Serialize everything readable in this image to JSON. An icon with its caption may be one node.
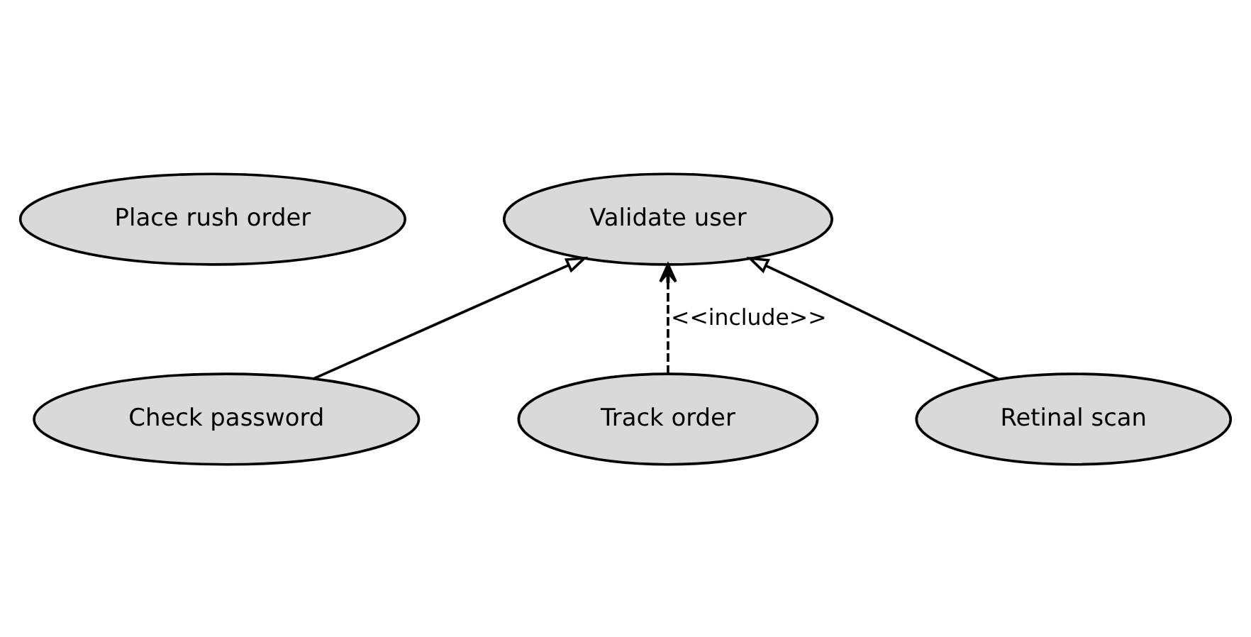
{
  "diagram": {
    "nodes": [
      {
        "text": [
          "Place rush order"
        ]
      },
      {
        "text": [
          "Validate user"
        ]
      },
      {
        "text": [
          "Check password"
        ]
      },
      {
        "text": [
          "Track order"
        ]
      },
      {
        "text": [
          "Retinal scan"
        ]
      }
    ],
    "edges": [
      {
        "from": 2,
        "to": 1,
        "arrow": "to"
      },
      {
        "from": 4,
        "to": 1,
        "arrow": "to"
      },
      {
        "from": 3,
        "to": 1,
        "arrow": "to",
        "style": "dashed",
        "label": "<<include>>"
      }
    ]
  }
}
